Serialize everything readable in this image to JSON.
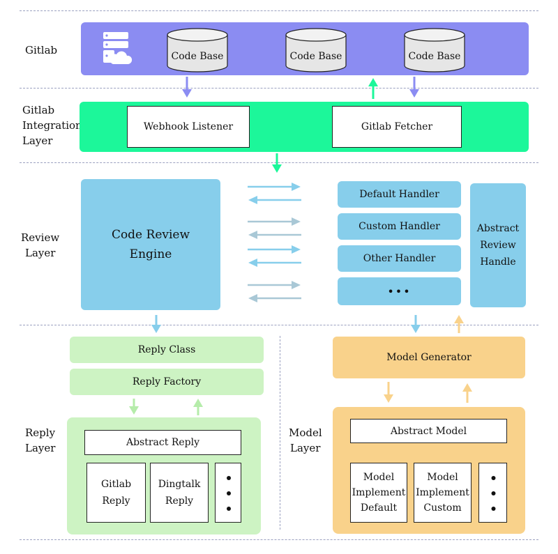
{
  "colors": {
    "gitlab_band": "#8b8cf2",
    "integration_band": "#1cf79a",
    "review_blue": "#87ceeb",
    "reply_green": "#cdf3c3",
    "model_orange": "#f9d28b",
    "divider": "#9aa0c0"
  },
  "layers": {
    "gitlab": "Gitlab",
    "integration_line1": "Gitlab",
    "integration_line2": "Integration",
    "integration_line3": "Layer",
    "review_line1": "Review",
    "review_line2": "Layer",
    "reply_line1": "Reply",
    "reply_line2": "Layer",
    "model_line1": "Model",
    "model_line2": "Layer"
  },
  "gitlab": {
    "icon": "server-cloud-icon",
    "code_bases": [
      "Code Base",
      "Code Base",
      "Code Base"
    ]
  },
  "integration": {
    "webhook_listener": "Webhook Listener",
    "gitlab_fetcher": "Gitlab Fetcher"
  },
  "review": {
    "engine_line1": "Code Review",
    "engine_line2": "Engine",
    "handlers": [
      "Default Handler",
      "Custom Handler",
      "Other Handler",
      "•••"
    ],
    "abstract_line1": "Abstract",
    "abstract_line2": "Review",
    "abstract_line3": "Handle"
  },
  "reply": {
    "reply_class": "Reply Class",
    "reply_factory": "Reply Factory",
    "abstract_reply": "Abstract Reply",
    "gitlab_reply_line1": "Gitlab",
    "gitlab_reply_line2": "Reply",
    "dingtalk_reply_line1": "Dingtalk",
    "dingtalk_reply_line2": "Reply",
    "more": "•\n•\n•"
  },
  "model": {
    "model_generator": "Model Generator",
    "abstract_model": "Abstract Model",
    "default_line1": "Model",
    "default_line2": "Implement",
    "default_line3": "Default",
    "custom_line1": "Model",
    "custom_line2": "Implement",
    "custom_line3": "Custom"
  }
}
